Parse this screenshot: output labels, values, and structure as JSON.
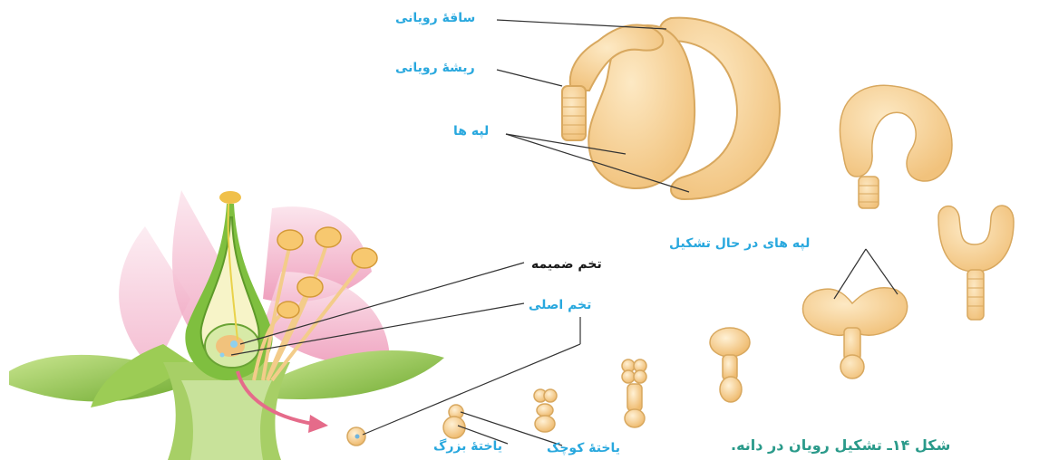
{
  "labels": {
    "hypocotyl": "ساقهٔ رویانی",
    "radicle": "ریشهٔ رویانی",
    "cotyledons": "لپه ها",
    "forming_cotyledons": "لپه های در حال تشکیل",
    "endosperm": "تخم ضمیمه",
    "zygote": "تخم اصلی",
    "small_cell": "یاختهٔ کوچک",
    "large_cell": "یاختهٔ بزرگ"
  },
  "caption": "شکل ۱۴ـ تشکیل رویان در دانه.",
  "colors": {
    "embryo_fill": "#f7d39a",
    "embryo_stroke": "#d8a85f",
    "label_blue": "#29a8de",
    "caption_green": "#2a9a8a",
    "petal_pink": "#f2a7c3",
    "leaf_green": "#8cc63f",
    "leader_line": "#333333"
  }
}
